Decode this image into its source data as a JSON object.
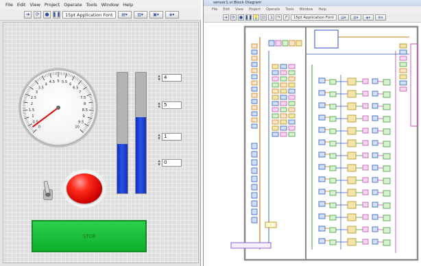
{
  "front_panel": {
    "menu": [
      "File",
      "Edit",
      "View",
      "Project",
      "Operate",
      "Tools",
      "Window",
      "Help"
    ],
    "toolbar": {
      "font_selector": "15pt Application Font"
    },
    "gauge": {
      "value": 0.3,
      "ticks": [
        "0",
        "0.5",
        "1",
        "1.5",
        "2",
        "2.5",
        "3",
        "3.5",
        "4",
        "4.5",
        "5",
        "5.5",
        "6",
        "6.5",
        "7",
        "7.5",
        "8",
        "8.5",
        "9",
        "9.5",
        "10"
      ]
    },
    "tanks": [
      {
        "level": 0.41
      },
      {
        "level": 0.63
      }
    ],
    "numerics": [
      {
        "value": "4"
      },
      {
        "value": "5"
      },
      {
        "value": "1"
      },
      {
        "value": "0"
      }
    ],
    "led": {
      "state": "on",
      "color": "#e00000"
    },
    "stop_button": {
      "label": "STOP",
      "color": "#1cc13a"
    }
  },
  "block_diagram": {
    "title": "sensor1.vi Block Diagram",
    "menu": [
      "File",
      "Edit",
      "View",
      "Project",
      "Operate",
      "Tools",
      "Window",
      "Help"
    ],
    "toolbar": {
      "font_selector": "15pt Application Font"
    }
  }
}
